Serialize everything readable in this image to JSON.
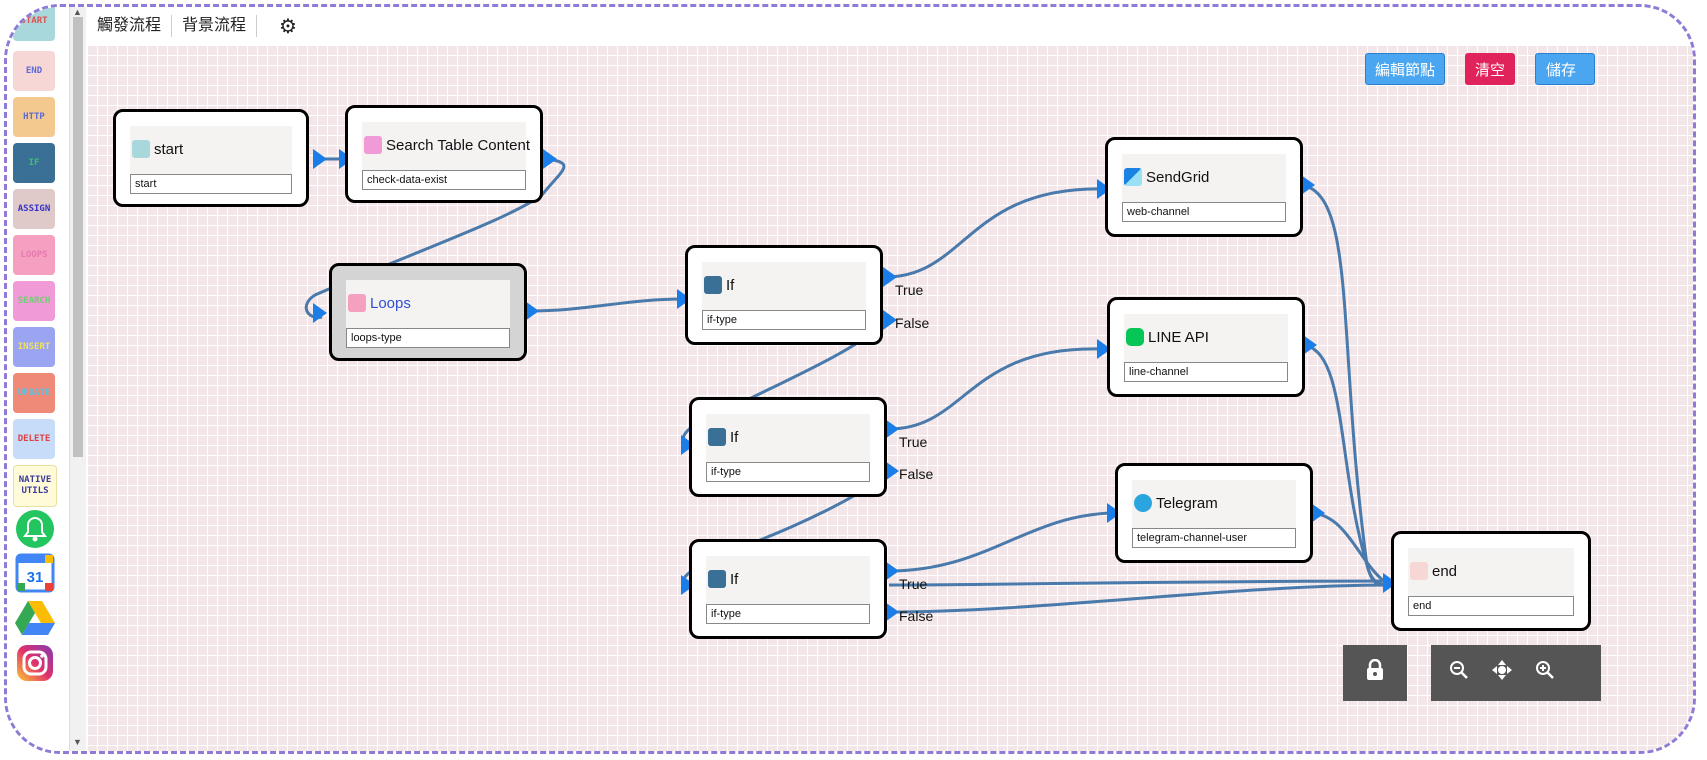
{
  "tabs": {
    "trigger_flow": "觸發流程",
    "background_flow": "背景流程",
    "settings_icon": "gear-icon"
  },
  "sidebar": {
    "tools": [
      {
        "label": "START",
        "bg": "#a8d8dc",
        "fg": "#e05050"
      },
      {
        "label": "END",
        "bg": "#f7d6d6",
        "fg": "#5b6bd8"
      },
      {
        "label": "HTTP",
        "bg": "#f3c98f",
        "fg": "#5b6bd8"
      },
      {
        "label": "IF",
        "bg": "#3a6f96",
        "fg": "#3cc070"
      },
      {
        "label": "ASSIGN",
        "bg": "#dfc9c9",
        "fg": "#3434c8"
      },
      {
        "label": "LOOPS",
        "bg": "#f5a0c0",
        "fg": "#e878b0"
      },
      {
        "label": "SEARCH",
        "bg": "#f09ad8",
        "fg": "#6fd06f"
      },
      {
        "label": "INSERT",
        "bg": "#9aa4f0",
        "fg": "#f0e060"
      },
      {
        "label": "UPDATE",
        "bg": "#f08a78",
        "fg": "#60c0e0"
      },
      {
        "label": "DELETE",
        "bg": "#c7dcf8",
        "fg": "#e04040"
      },
      {
        "label": "NATIVE UTILS",
        "bg": "#fffbd8",
        "fg": "#3a3aa0"
      }
    ],
    "apps": [
      "bell-icon",
      "calendar-icon",
      "google-drive-icon",
      "instagram-icon"
    ],
    "calendar_day": "31"
  },
  "toolbar": {
    "edit_node": "編輯節點",
    "clear": "清空",
    "save": "儲存"
  },
  "nodes": {
    "start": {
      "title": "start",
      "value": "start"
    },
    "search": {
      "title": "Search Table Content",
      "value": "check-data-exist"
    },
    "loops": {
      "title": "Loops",
      "value": "loops-type"
    },
    "if1": {
      "title": "If",
      "value": "if-type"
    },
    "if2": {
      "title": "If",
      "value": "if-type"
    },
    "if3": {
      "title": "If",
      "value": "if-type"
    },
    "sendgrid": {
      "title": "SendGrid",
      "value": "web-channel"
    },
    "line": {
      "title": "LINE API",
      "value": "line-channel"
    },
    "telegram": {
      "title": "Telegram",
      "value": "telegram-channel-user"
    },
    "end": {
      "title": "end",
      "value": "end"
    }
  },
  "ports": {
    "true": "True",
    "false": "False"
  },
  "colors": {
    "wire": "#4a7aab",
    "port": "#1a7de8",
    "clear_btn": "#e0235a",
    "action_btn": "#4aa6f0"
  },
  "controls": {
    "lock": "lock-icon",
    "zoom_out": "zoom-out-icon",
    "move": "move-icon",
    "zoom_in": "zoom-in-icon"
  }
}
